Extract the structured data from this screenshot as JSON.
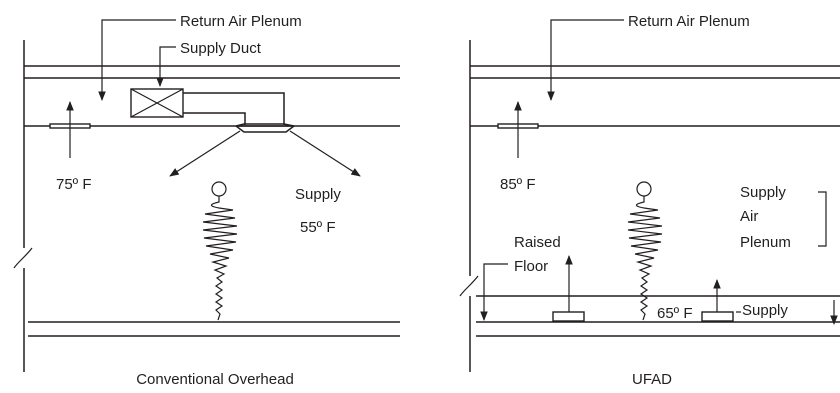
{
  "left_panel": {
    "return_air_label": "Return Air Plenum",
    "supply_duct_label": "Supply Duct",
    "ceiling_temp": "75º F",
    "supply_label": "Supply",
    "supply_temp": "55º F",
    "caption": "Conventional Overhead"
  },
  "right_panel": {
    "return_air_label": "Return Air Plenum",
    "ceiling_temp": "85º F",
    "raised_floor_line1": "Raised",
    "raised_floor_line2": "Floor",
    "floor_temp": "65º F",
    "supply_label": "Supply",
    "plenum_line1": "Supply",
    "plenum_line2": "Air",
    "plenum_line3": "Plenum",
    "caption": "UFAD"
  },
  "colors": {
    "ink": "#231f20",
    "background": "#ffffff"
  },
  "icons": [
    "arrow-icon",
    "person-icon",
    "heat-plume-icon",
    "diffuser-icon",
    "break-mark-icon"
  ]
}
